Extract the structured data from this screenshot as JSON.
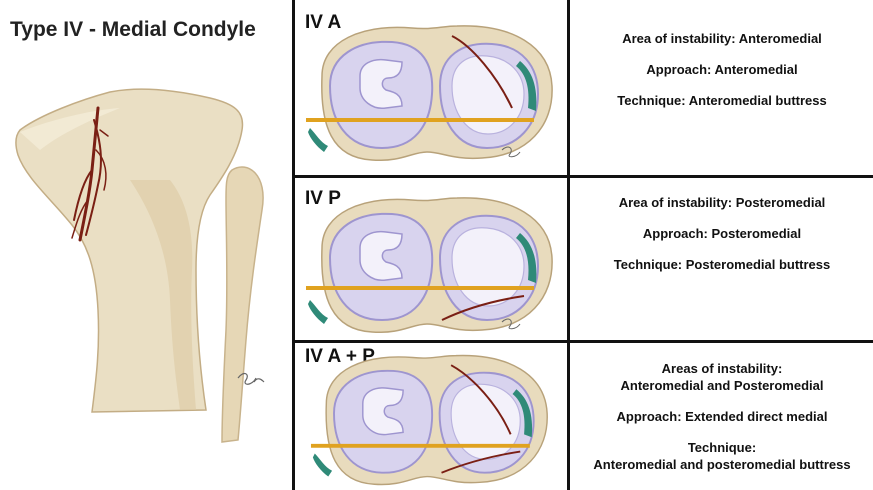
{
  "title": "Type IV - Medial Condyle",
  "colors": {
    "bone": "#e9dcbf",
    "bone_shadow": "#c9b48e",
    "meniscus": "#d8d3ee",
    "meniscus_edge": "#9e95cf",
    "cartilage": "#f3f1fa",
    "fracture": "#7a1f14",
    "cut_line": "#e0a21f",
    "teal": "#2f8a78"
  },
  "rows": [
    {
      "label": "IV A",
      "lines": [
        "Area of instability: Anteromedial",
        "Approach: Anteromedial",
        "Technique: Anteromedial buttress"
      ]
    },
    {
      "label": "IV P",
      "lines": [
        "Area of instability: Posteromedial",
        "Approach: Posteromedial",
        "Technique: Posteromedial buttress"
      ]
    },
    {
      "label": "IV A + P",
      "instability_lines": [
        "Areas of instability:",
        "Anteromedial and Posteromedial"
      ],
      "approach": "Approach: Extended direct medial",
      "technique_lines": [
        "Technique:",
        "Anteromedial and posteromedial buttress"
      ]
    }
  ]
}
